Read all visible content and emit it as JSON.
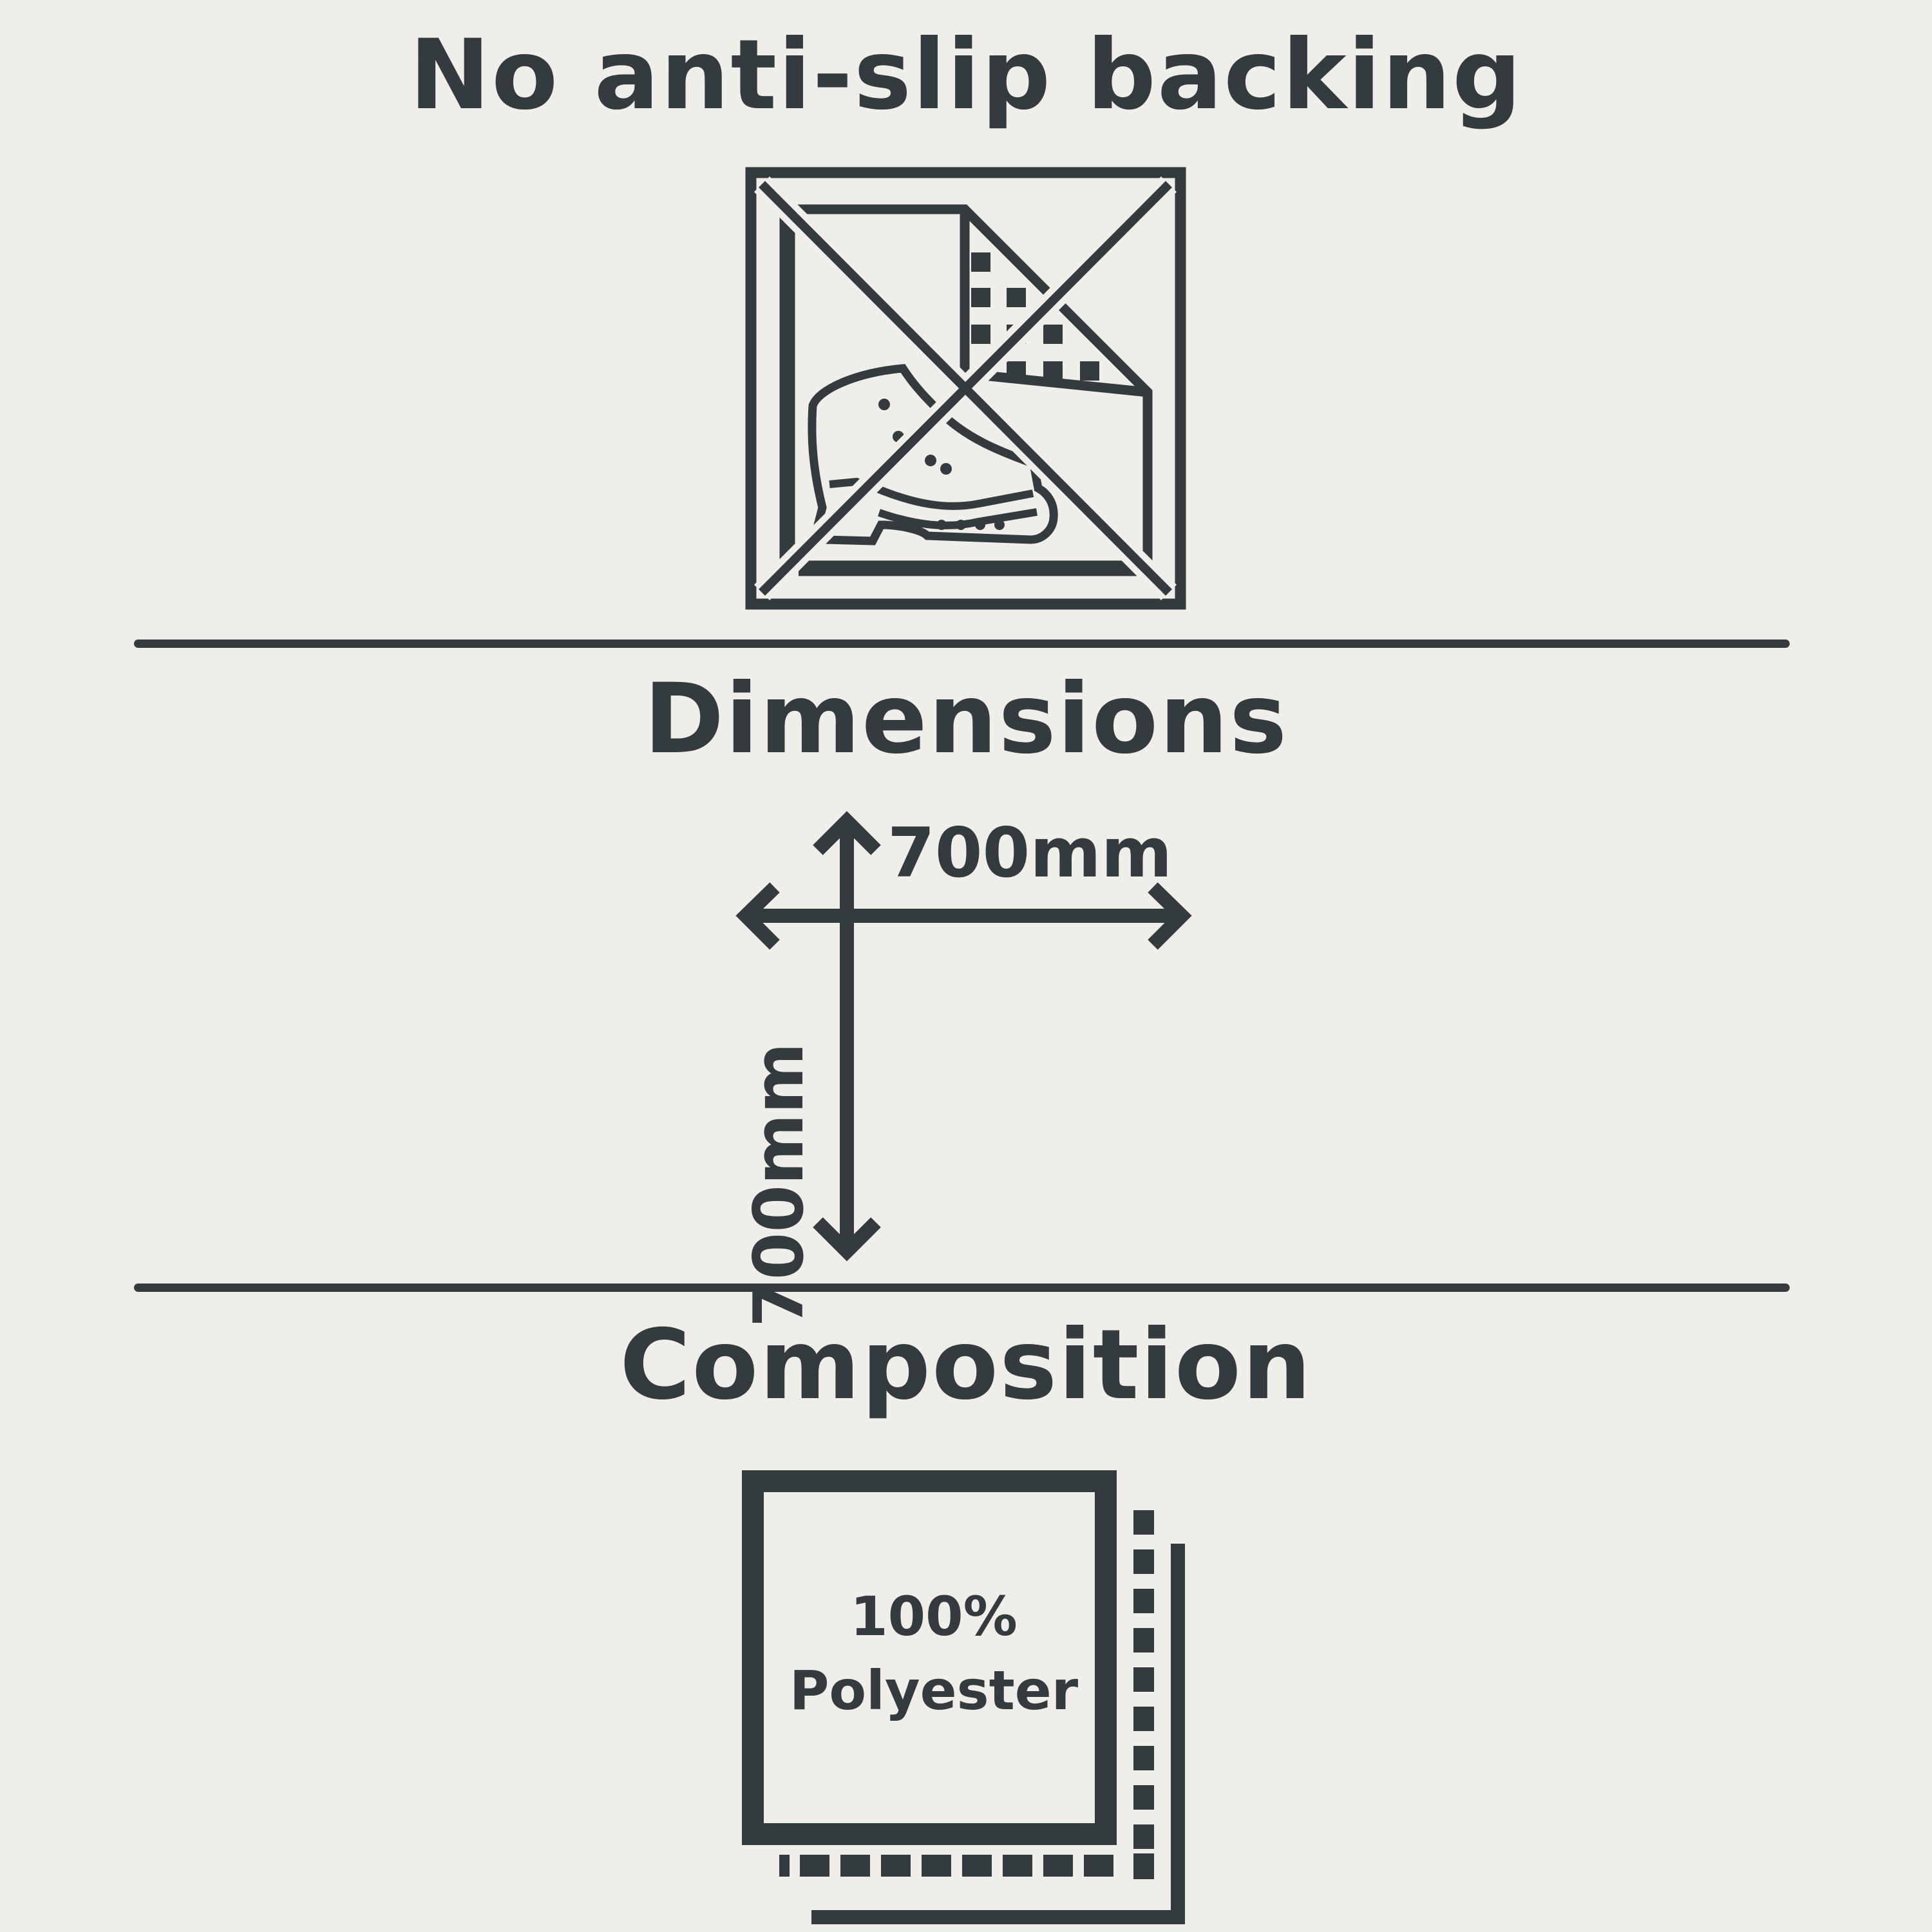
{
  "sections": {
    "backing": {
      "title": "No anti-slip backing",
      "icon": "no-anti-slip-icon"
    },
    "dimensions": {
      "title": "Dimensions",
      "width": "700mm",
      "height": "700mm",
      "icon": "dimension-arrows-icon"
    },
    "composition": {
      "title": "Composition",
      "percent": "100%",
      "material": "Polyester",
      "icon": "fabric-swatch-icon"
    }
  },
  "colors": {
    "background": "#f0eee8",
    "ink": "#333b3f"
  }
}
